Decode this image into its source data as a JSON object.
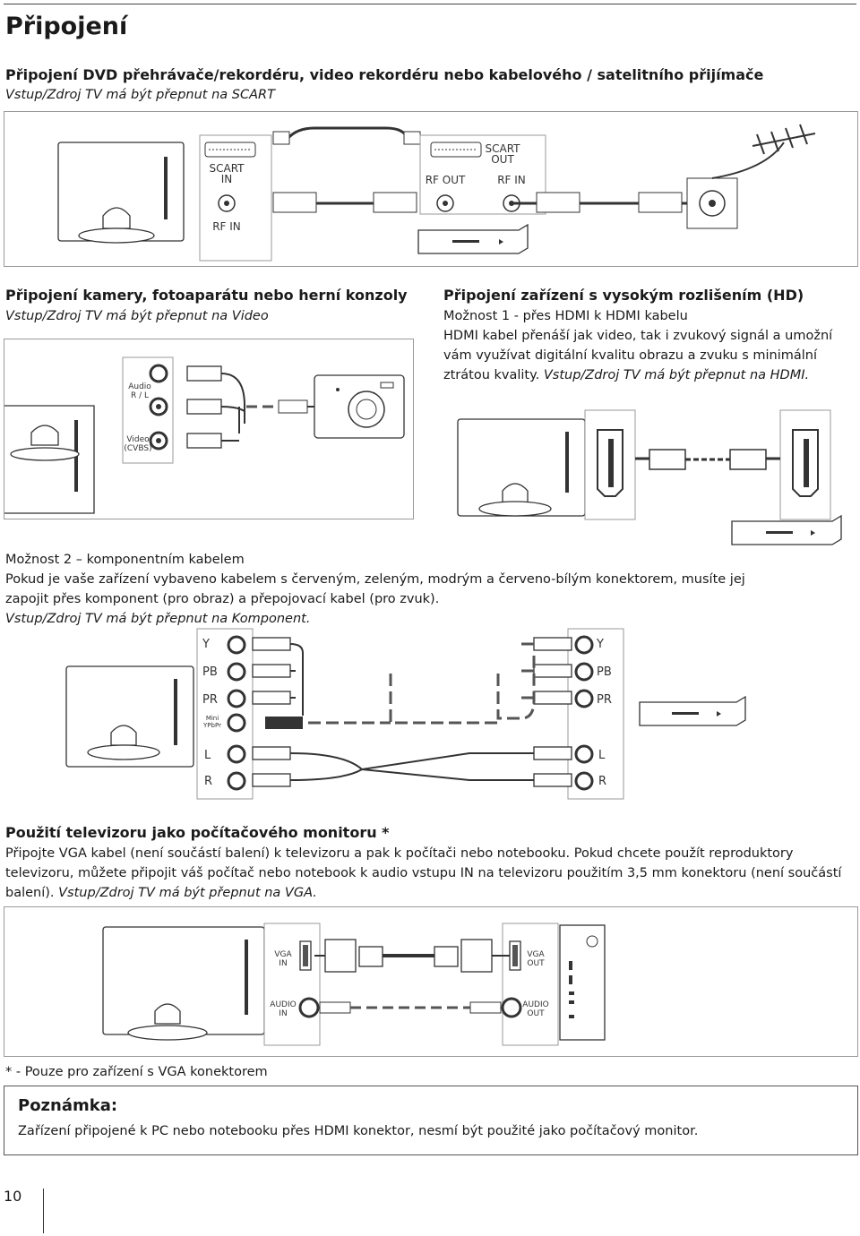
{
  "page": {
    "title": "Připojení",
    "page_number": "10"
  },
  "scart": {
    "heading": "Připojení DVD přehrávače/rekordéru, video rekordéru nebo kabelového / satelitního přijímače",
    "instruction": "Vstup/Zdroj TV má být přepnut na SCART",
    "labels": {
      "tv_scart_in": "SCART\nIN",
      "tv_rf_in": "RF IN",
      "dev_scart_out": "SCART\nOUT",
      "dev_rf_out": "RF OUT",
      "dev_rf_in": "RF IN"
    }
  },
  "camera": {
    "heading": "Připojení kamery, fotoaparátu nebo herní konzoly",
    "instruction": "Vstup/Zdroj TV má být přepnut na Video",
    "labels": {
      "audio": "Audio\nR / L",
      "video": "Video\n(CVBS)"
    }
  },
  "hd": {
    "heading": "Připojení zařízení s vysokým rozlišením (HD)",
    "option1": "Možnost 1 - přes HDMI k HDMI kabelu",
    "lines": [
      "HDMI kabel přenáší jak video, tak i zvukový signál a umožní",
      "vám využívat digitální kvalitu obrazu a zvuku s minimální"
    ],
    "last_line": "ztrátou kvality. ",
    "instruction": "Vstup/Zdroj TV má být přepnut na HDMI."
  },
  "component": {
    "option2": "Možnost 2 – komponentním kabelem",
    "lines": [
      "Pokud je vaše zařízení vybaveno kabelem s červeným, zeleným, modrým a červeno-bílým konektorem, musíte jej",
      "zapojit přes komponent (pro obraz) a přepojovací kabel (pro zvuk)."
    ],
    "instruction": "Vstup/Zdroj TV má být přepnut na Komponent.",
    "labels": {
      "y": "Y",
      "pb": "PB",
      "pr": "PR",
      "mini": "Mini\nYPbPr",
      "l": "L",
      "r": "R"
    }
  },
  "vga": {
    "heading": "Použití televizoru jako počítačového monitoru *",
    "lines": [
      "Připojte VGA kabel (není součástí balení) k televizoru a pak k počítači nebo notebooku. Pokud chcete použít reproduktory",
      "televizoru, můžete připojit váš počítač nebo notebook k audio vstupu IN na televizoru použitím 3,5 mm konektoru (není součástí"
    ],
    "last_line": "balení). ",
    "instruction": "Vstup/Zdroj TV  má být přepnut na VGA.",
    "labels": {
      "vga_in": "VGA\nIN",
      "vga_out": "VGA\nOUT",
      "audio_in": "AUDIO\nIN",
      "audio_out": "AUDIO\nOUT"
    },
    "footnote": "* - Pouze pro zařízení s VGA konektorem"
  },
  "note": {
    "title": "Poznámka:",
    "text": "Zařízení připojené k PC nebo notebooku přes HDMI konektor, nesmí být použité jako počítačový monitor."
  }
}
